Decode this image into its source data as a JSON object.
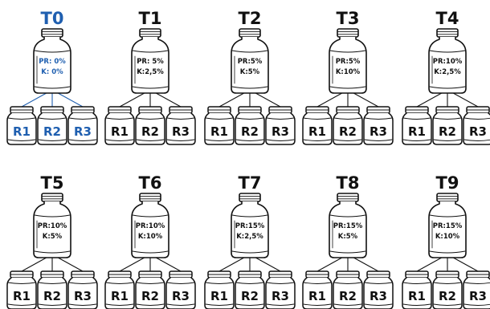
{
  "colors": {
    "highlight": "#1f5fb0",
    "ink": "#111111"
  },
  "treatments": [
    {
      "title": "T0",
      "pr": "PR: 0%",
      "k": "K: 0%",
      "highlight": true,
      "replicates": [
        "R1",
        "R2",
        "R3"
      ]
    },
    {
      "title": "T1",
      "pr": "PR: 5%",
      "k": "K:2,5%",
      "highlight": false,
      "replicates": [
        "R1",
        "R2",
        "R3"
      ]
    },
    {
      "title": "T2",
      "pr": "PR:5%",
      "k": "K:5%",
      "highlight": false,
      "replicates": [
        "R1",
        "R2",
        "R3"
      ]
    },
    {
      "title": "T3",
      "pr": "PR:5%",
      "k": "K:10%",
      "highlight": false,
      "replicates": [
        "R1",
        "R2",
        "R3"
      ]
    },
    {
      "title": "T4",
      "pr": "PR:10%",
      "k": "K:2,5%",
      "highlight": false,
      "replicates": [
        "R1",
        "R2",
        "R3"
      ]
    },
    {
      "title": "T5",
      "pr": "PR:10%",
      "k": "K:5%",
      "highlight": false,
      "replicates": [
        "R1",
        "R2",
        "R3"
      ]
    },
    {
      "title": "T6",
      "pr": "PR:10%",
      "k": "K:10%",
      "highlight": false,
      "replicates": [
        "R1",
        "R2",
        "R3"
      ]
    },
    {
      "title": "T7",
      "pr": "PR:15%",
      "k": "K:2,5%",
      "highlight": false,
      "replicates": [
        "R1",
        "R2",
        "R3"
      ]
    },
    {
      "title": "T8",
      "pr": "PR:15%",
      "k": "K:5%",
      "highlight": false,
      "replicates": [
        "R1",
        "R2",
        "R3"
      ]
    },
    {
      "title": "T9",
      "pr": "PR:15%",
      "k": "K:10%",
      "highlight": false,
      "replicates": [
        "R1",
        "R2",
        "R3"
      ]
    }
  ]
}
